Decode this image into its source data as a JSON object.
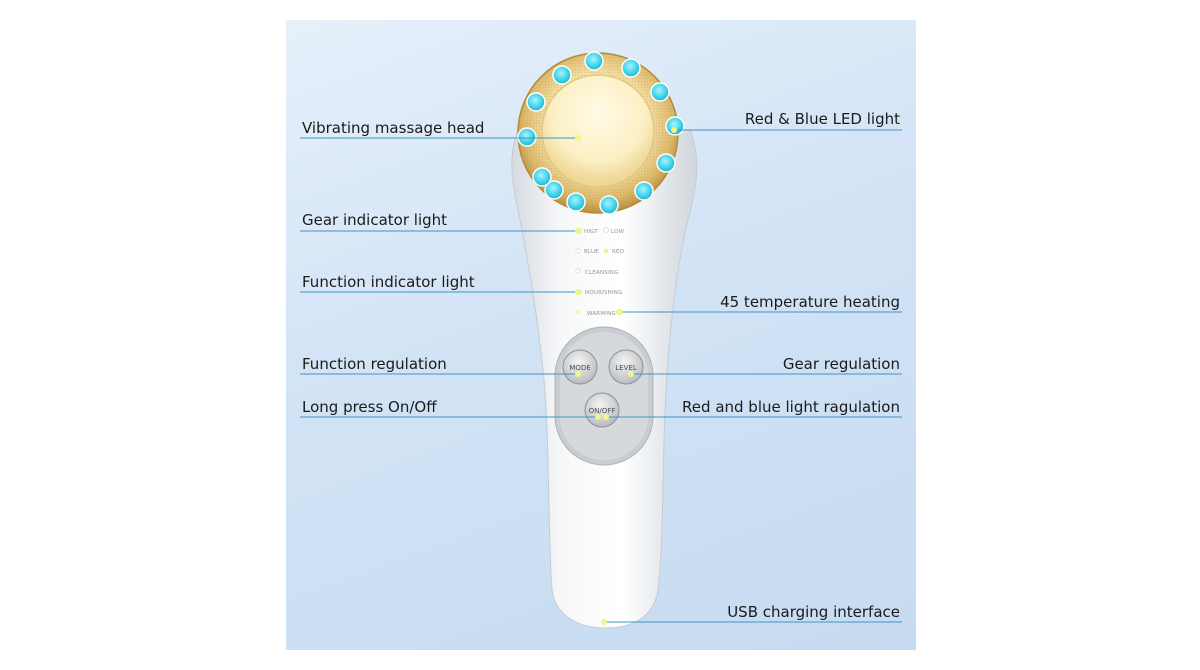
{
  "callouts": {
    "vibrating_massage_head": "Vibrating massage head",
    "red_blue_led_light": "Red & Blue LED light",
    "gear_indicator_light": "Gear indicator light",
    "function_indicator_light": "Function indicator light",
    "temperature_heating": "45 temperature heating",
    "function_regulation": "Function regulation",
    "gear_regulation": "Gear regulation",
    "long_press_onoff": "Long press On/Off",
    "red_blue_light_regulation": "Red and blue light ragulation",
    "usb_charging_interface": "USB charging interface"
  },
  "device_labels": {
    "high": "HIGT",
    "low": "LOW",
    "blue": "BLUE",
    "red": "RED",
    "cleansing": "CLEANSING",
    "nourishing": "NOURISHING",
    "warming": "WARMING"
  },
  "buttons": {
    "mode": "MODE",
    "level": "LEVEL",
    "onoff": "ON/OFF"
  },
  "colors": {
    "led_blue": "#3fd3ea",
    "gold_ring": "#e2c279",
    "callout_line": "#3d95c6",
    "indicator_yellow": "#eef27a"
  }
}
